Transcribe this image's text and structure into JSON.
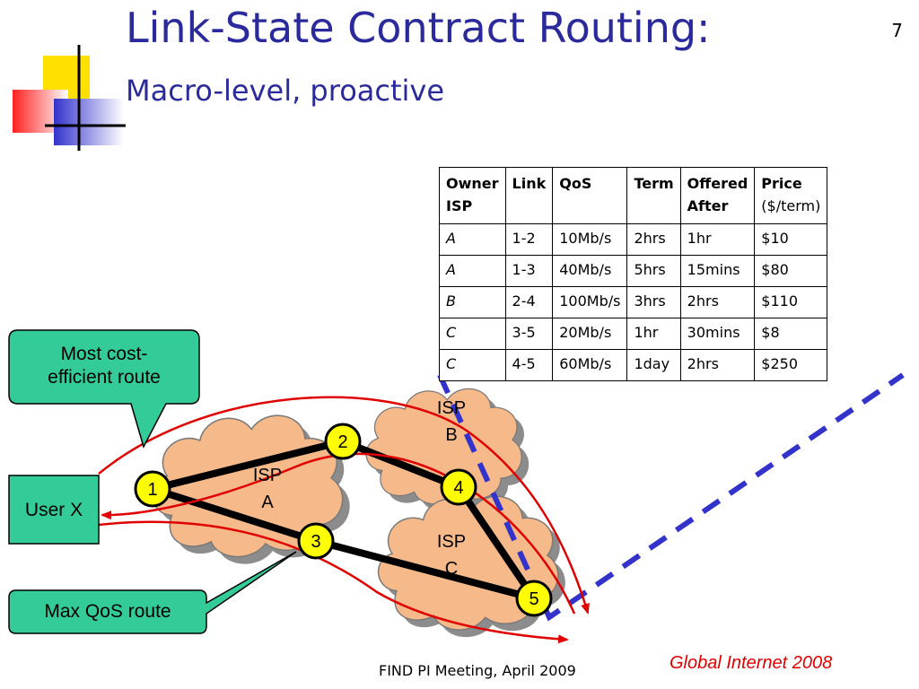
{
  "slide": {
    "title": "Link-State Contract Routing:",
    "subtitle": "Macro-level, proactive",
    "page_number": "7",
    "footer_center": "FIND PI Meeting, April 2009",
    "footer_right": "Global Internet 2008"
  },
  "table": {
    "headers": [
      {
        "line1": "Owner",
        "line2": "ISP"
      },
      {
        "line1": "Link",
        "line2": ""
      },
      {
        "line1": "QoS",
        "line2": ""
      },
      {
        "line1": "Term",
        "line2": ""
      },
      {
        "line1": "Offered",
        "line2": "After"
      },
      {
        "line1": "Price",
        "line2": "($/term)"
      }
    ],
    "rows": [
      [
        "A",
        "1-2",
        "10Mb/s",
        "2hrs",
        "1hr",
        "$10"
      ],
      [
        "A",
        "1-3",
        "40Mb/s",
        "5hrs",
        "15mins",
        "$80"
      ],
      [
        "B",
        "2-4",
        "100Mb/s",
        "3hrs",
        "2hrs",
        "$110"
      ],
      [
        "C",
        "3-5",
        "20Mb/s",
        "1hr",
        "30mins",
        "$8"
      ],
      [
        "C",
        "4-5",
        "60Mb/s",
        "1day",
        "2hrs",
        "$250"
      ]
    ]
  },
  "diagram": {
    "isp_labels": [
      {
        "line1": "ISP",
        "line2": "A"
      },
      {
        "line1": "ISP",
        "line2": "B"
      },
      {
        "line1": "ISP",
        "line2": "C"
      }
    ],
    "nodes": [
      "1",
      "2",
      "3",
      "4",
      "5"
    ],
    "callouts": {
      "cost_efficient": {
        "line1": "Most cost-",
        "line2": "efficient route"
      },
      "user": "User X",
      "max_qos": "Max QoS route"
    }
  },
  "colors": {
    "title": "#2a2a9c",
    "cloud_fill": "#f5b98a",
    "cloud_shadow": "#8c8c8c",
    "callout_fill": "#33cc99",
    "node_fill": "#ffff00",
    "route_arrow": "#e00000",
    "dashed_line": "#3333cc",
    "footer_right": "#e00000"
  }
}
